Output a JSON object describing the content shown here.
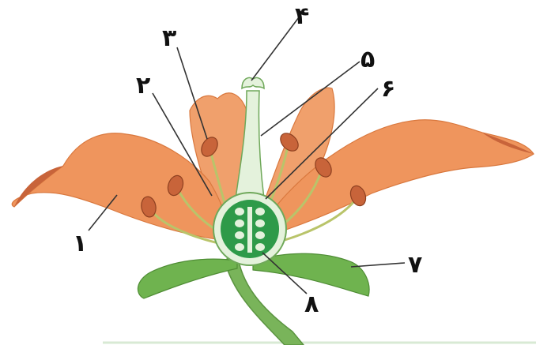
{
  "diagram": {
    "labels": {
      "l1": "۱",
      "l2": "۲",
      "l3": "۳",
      "l4": "۴",
      "l5": "۵",
      "l6": "۶",
      "l7": "۷",
      "l8": "۸"
    },
    "colors": {
      "petal": "#ef955d",
      "petal_dark": "#d9783e",
      "sepal": "#6fb34f",
      "stem": "#79b45a",
      "ovary": "#2e9a49",
      "ovule": "#e4f2dc",
      "anther": "#c8643a",
      "filament": "#b9c46a",
      "line": "#333333"
    }
  }
}
